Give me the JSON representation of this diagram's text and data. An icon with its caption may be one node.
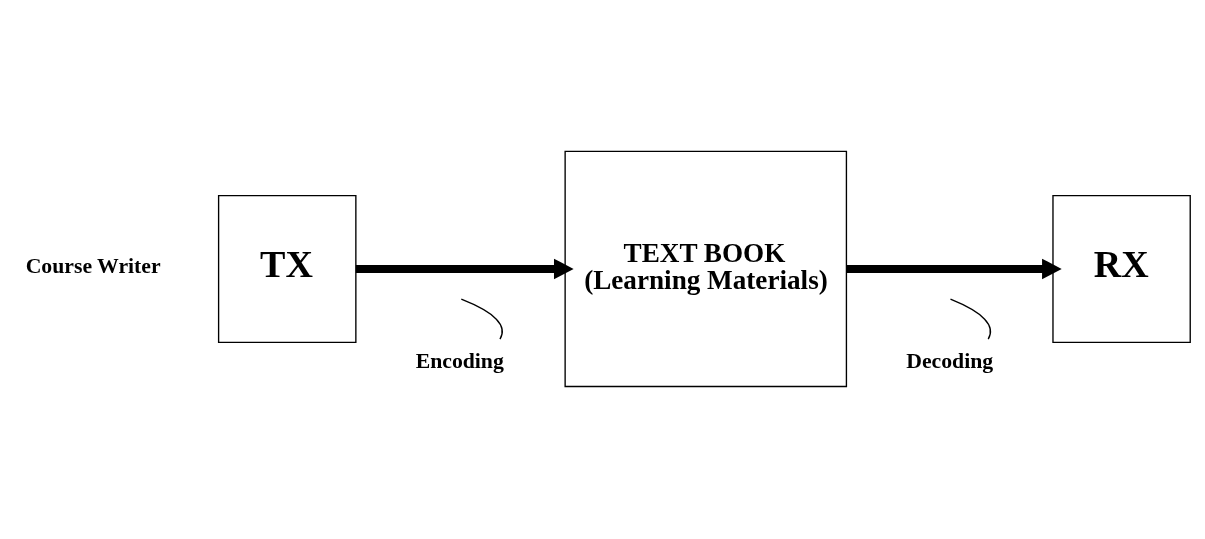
{
  "diagram": {
    "nodes": [
      {
        "text": [
          "TX"
        ],
        "beside": [
          "Course Writer"
        ]
      },
      {
        "text": [
          "TEXT BOOK",
          "(Learning Materials)"
        ]
      },
      {
        "text": [
          "RX"
        ]
      },
      {
        "text": [
          "Encoding"
        ]
      },
      {
        "text": [
          "Decoding"
        ]
      }
    ],
    "edges": [
      {
        "from": 0,
        "to": 1,
        "arrow": "to",
        "style": "thick"
      },
      {
        "from": 1,
        "to": 2,
        "arrow": "to",
        "style": "thick"
      },
      {
        "from": 3,
        "to": null,
        "arrow": "none"
      },
      {
        "from": 4,
        "to": null,
        "arrow": "none"
      }
    ]
  }
}
